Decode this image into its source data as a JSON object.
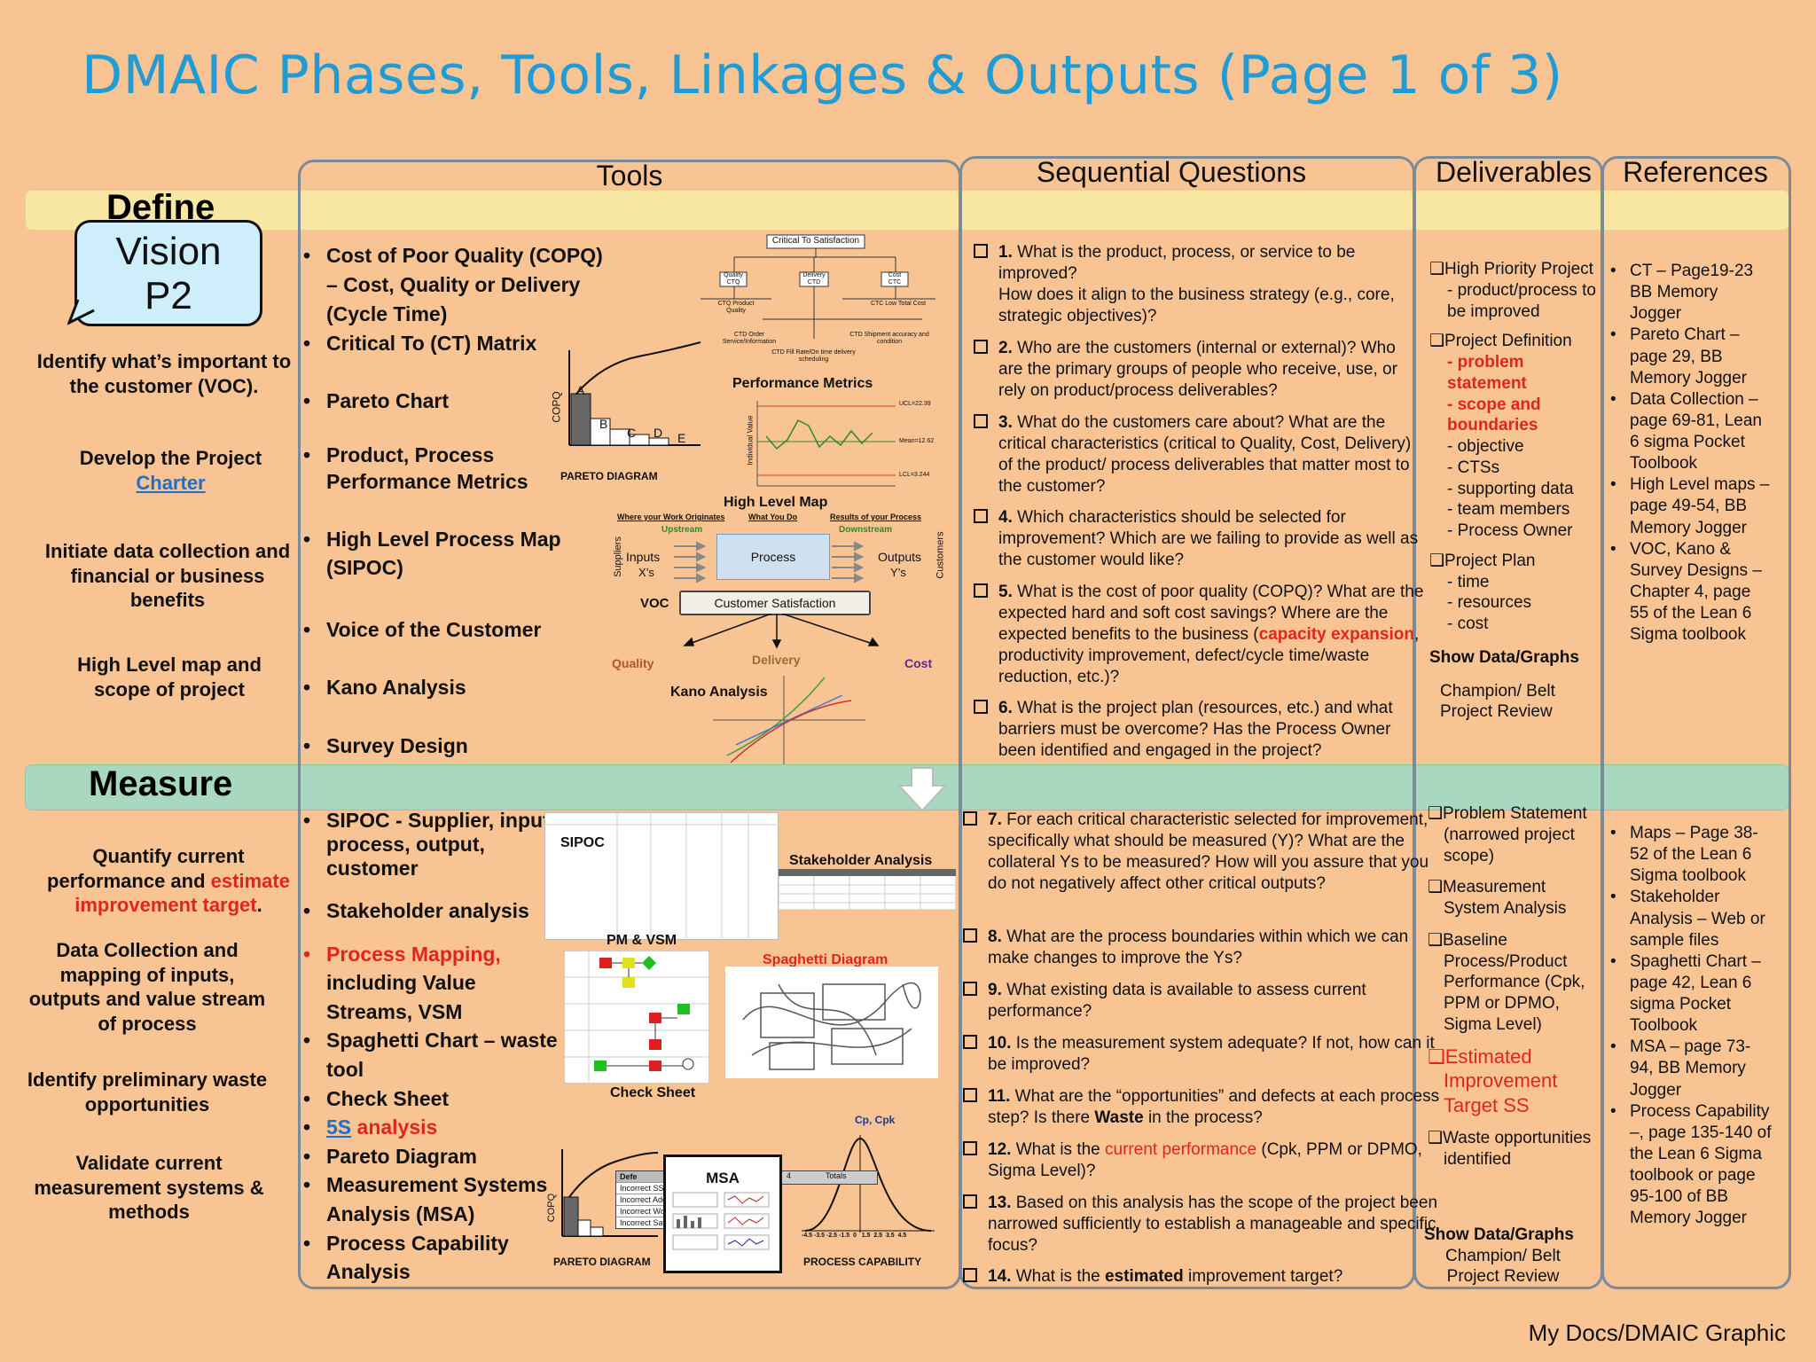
{
  "title": "DMAIC Phases, Tools, Linkages & Outputs (Page 1 of 3)",
  "headers": {
    "tools": "Tools",
    "questions": "Sequential Questions",
    "deliverables": "Deliverables",
    "references": "References"
  },
  "define": {
    "label": "Define",
    "vision": {
      "line1": "Vision",
      "line2": "P2"
    },
    "left": [
      "Identify what’s important to the customer (VOC).",
      "Develop the Project",
      "Charter",
      "Initiate data collection and financial or business benefits",
      "High Level map and scope of project"
    ],
    "tools": [
      "Cost of Poor Quality (COPQ) – Cost, Quality or Delivery (Cycle Time)",
      "Critical To (CT) Matrix",
      "Pareto Chart",
      "Product, Process Performance Metrics",
      "High Level Process Map (SIPOC)",
      "Voice of the Customer",
      "Kano Analysis",
      "Survey Design"
    ],
    "figures": {
      "ct_root": "Critical To Satisfaction",
      "ct_quality": "Quality CTQ",
      "ct_delivery": "Delivery CTD",
      "ct_cost": "Cost CTC",
      "ct_product_quality": "CTQ Product Quality",
      "ct_order": "CTD Order Service/Information",
      "ct_low_cost": "CTC Low Total Cost",
      "ct_shipment": "CTD Shipment accuracy and condition",
      "ct_fill": "CTD Fill Rate/On time delivery scheduling",
      "pareto_axis": "COPQ",
      "pareto_caption": "PARETO DIAGRAM",
      "pareto_bars": [
        "A",
        "B",
        "C",
        "D",
        "E"
      ],
      "perf_title": "Performance Metrics",
      "perf_ucl": "UCL=22.39",
      "perf_mean": "Mean=12.62",
      "perf_lcl": "LCL=3.244",
      "perf_ylabel": "Individual Value",
      "hlm_title": "High Level Map",
      "hlm_where": "Where your Work Originates",
      "hlm_what": "What You Do",
      "hlm_results": "Results of your Process",
      "hlm_upstream": "Upstream",
      "hlm_downstream": "Downstream",
      "hlm_suppliers": "Suppliers",
      "hlm_customers": "Customers",
      "hlm_inputs": "Inputs",
      "hlm_xs": "X’s",
      "hlm_process": "Process",
      "hlm_outputs": "Outputs",
      "hlm_ys": "Y’s",
      "voc": "VOC",
      "voc_box": "Customer Satisfaction",
      "voc_quality": "Quality",
      "voc_delivery": "Delivery",
      "voc_cost": "Cost",
      "kano": "Kano Analysis"
    },
    "questions": [
      {
        "n": "1.",
        "text": "What is the product, process, or service to be improved?\nHow does it align to the business strategy (e.g., core, strategic objectives)?"
      },
      {
        "n": "2.",
        "text": "Who are the customers (internal or external)? Who are the primary groups of people who receive, use, or rely on product/process deliverables?"
      },
      {
        "n": "3.",
        "text": "What do the customers care about? What are the critical characteristics (critical to Quality, Cost, Delivery) of the product/ process deliverables that matter most to the customer?"
      },
      {
        "n": "4.",
        "text": "Which characteristics should be selected for improvement? Which are we failing to provide as well as the customer would like?"
      },
      {
        "n": "5.",
        "pre": "What is the cost of poor quality (COPQ)? What are the expected hard  and soft cost savings? Where are the expected benefits to the business (",
        "red": "capacity expansion",
        "post": ", productivity improvement, defect/cycle time/waste reduction, etc.)?"
      },
      {
        "n": "6.",
        "text": "What is the project plan (resources, etc.) and what barriers must be overcome? Has the Process Owner been identified and engaged in the project?"
      }
    ],
    "deliverables": {
      "d1": "High Priority Project",
      "d1a": "- product/process to be improved",
      "d2": "Project Definition",
      "d2a": "- problem statement",
      "d2b": "- scope and boundaries",
      "d2c": "- objective",
      "d2d": "- CTSs",
      "d2e": "- supporting data",
      "d2f": "- team members",
      "d2g": "- Process Owner",
      "d3": "Project Plan",
      "d3a": "- time",
      "d3b": "- resources",
      "d3c": "- cost",
      "show": "Show Data/Graphs",
      "review": "Champion/ Belt Project Review"
    },
    "references": [
      "CT – Page19-23 BB Memory Jogger",
      "Pareto Chart – page 29, BB Memory Jogger",
      "Data Collection – page 69-81, Lean 6 sigma Pocket Toolbook",
      "High Level maps – page 49-54, BB Memory Jogger",
      "VOC, Kano & Survey Designs – Chapter 4, page 55 of the Lean 6 Sigma toolbook"
    ]
  },
  "measure": {
    "label": "Measure",
    "left": {
      "l1a": "Quantify current performance and ",
      "l1b": "estimate improvement target",
      "l1c": ".",
      "l2": "Data Collection and mapping of inputs, outputs and value stream of process",
      "l3": "Identify preliminary waste opportunities",
      "l4": "Validate current measurement systems & methods"
    },
    "tools": {
      "t1": "SIPOC - Supplier, input, process, output, customer",
      "t2": "Stakeholder analysis",
      "t3": "Process Mapping,",
      "t4": "including Value Streams, VSM",
      "t5": "Spaghetti Chart – waste tool",
      "t6": "Check Sheet",
      "t7a": "5S",
      "t7b": " analysis",
      "t8": "Pareto Diagram",
      "t9": "Measurement Systems Analysis  (MSA)",
      "t10": "Process Capability Analysis"
    },
    "figures": {
      "sipoc": "SIPOC",
      "stakeholder": "Stakeholder Analysis",
      "pmvsm": "PM & VSM",
      "spaghetti": "Spaghetti Diagram",
      "check": "Check Sheet",
      "msa": "MSA",
      "cpk": "Cp, Cpk",
      "pareto_caption": "PARETO DIAGRAM",
      "capability_caption": "PROCESS CAPABILITY",
      "pareto_axis": "COPQ",
      "defect_header": "Defe",
      "defect_rows": [
        "Incorrect SSN",
        "Incorrect Addr",
        "Incorrect Work",
        "Incorrect Safe"
      ],
      "cs_col4": "4",
      "cs_totals": "Totals",
      "cap_ticks": "-4.5 -3.5 -2.5 -1.5  0   1.5  2.5  3.5  4.5"
    },
    "questions": [
      {
        "n": "7.",
        "text": "For each critical characteristic selected for improvement, specifically what should be measured (Y)? What are the collateral Ys to be measured? How will you assure that you do not negatively affect other critical outputs?"
      },
      {
        "n": "8.",
        "text": "What are the process boundaries within which we can make changes to improve the Ys?"
      },
      {
        "n": "9.",
        "text": "What existing data is available to assess current performance?"
      },
      {
        "n": "10.",
        "text": "Is the measurement system adequate? If not, how can it be improved?"
      },
      {
        "n": "11.",
        "pre": "What are the  “opportunities” and defects at each process step? Is there ",
        "bold": "Waste",
        "post": " in the process?"
      },
      {
        "n": "12.",
        "pre": "What is the ",
        "red": "current performance",
        "post": " (Cpk, PPM or DPMO, Sigma Level)?"
      },
      {
        "n": "13.",
        "text": "Based on this analysis has the scope of the project been narrowed sufficiently to establish a manageable and specific focus?"
      },
      {
        "n": "14.",
        "pre": "What is the ",
        "bold": "estimated",
        "post": " improvement target?"
      }
    ],
    "deliverables": {
      "d1": "Problem Statement (narrowed project scope)",
      "d2": "Measurement System Analysis",
      "d3": "Baseline Process/Product Performance (Cpk, PPM or DPMO, Sigma Level)",
      "d4": "Estimated Improvement Target SS",
      "d5": "Waste opportunities identified",
      "show": "Show Data/Graphs",
      "review": "Champion/ Belt Project Review"
    },
    "references": [
      "Maps – Page 38-52 of the Lean 6 Sigma toolbook",
      "Stakeholder Analysis  – Web or sample files",
      "Spaghetti Chart – page 42, Lean 6 sigma Pocket Toolbook",
      "MSA – page 73-94, BB Memory Jogger",
      "Process Capability –, page 135-140 of the Lean 6 Sigma toolbook or page 95-100 of BB Memory Jogger"
    ]
  },
  "footer": "My Docs/DMAIC Graphic",
  "colors": {
    "title": "#1f9bd6",
    "accent_red": "#e0261b",
    "define_band": "#f8e7a3",
    "measure_band": "#a9d8c0",
    "background": "#f9c494"
  }
}
